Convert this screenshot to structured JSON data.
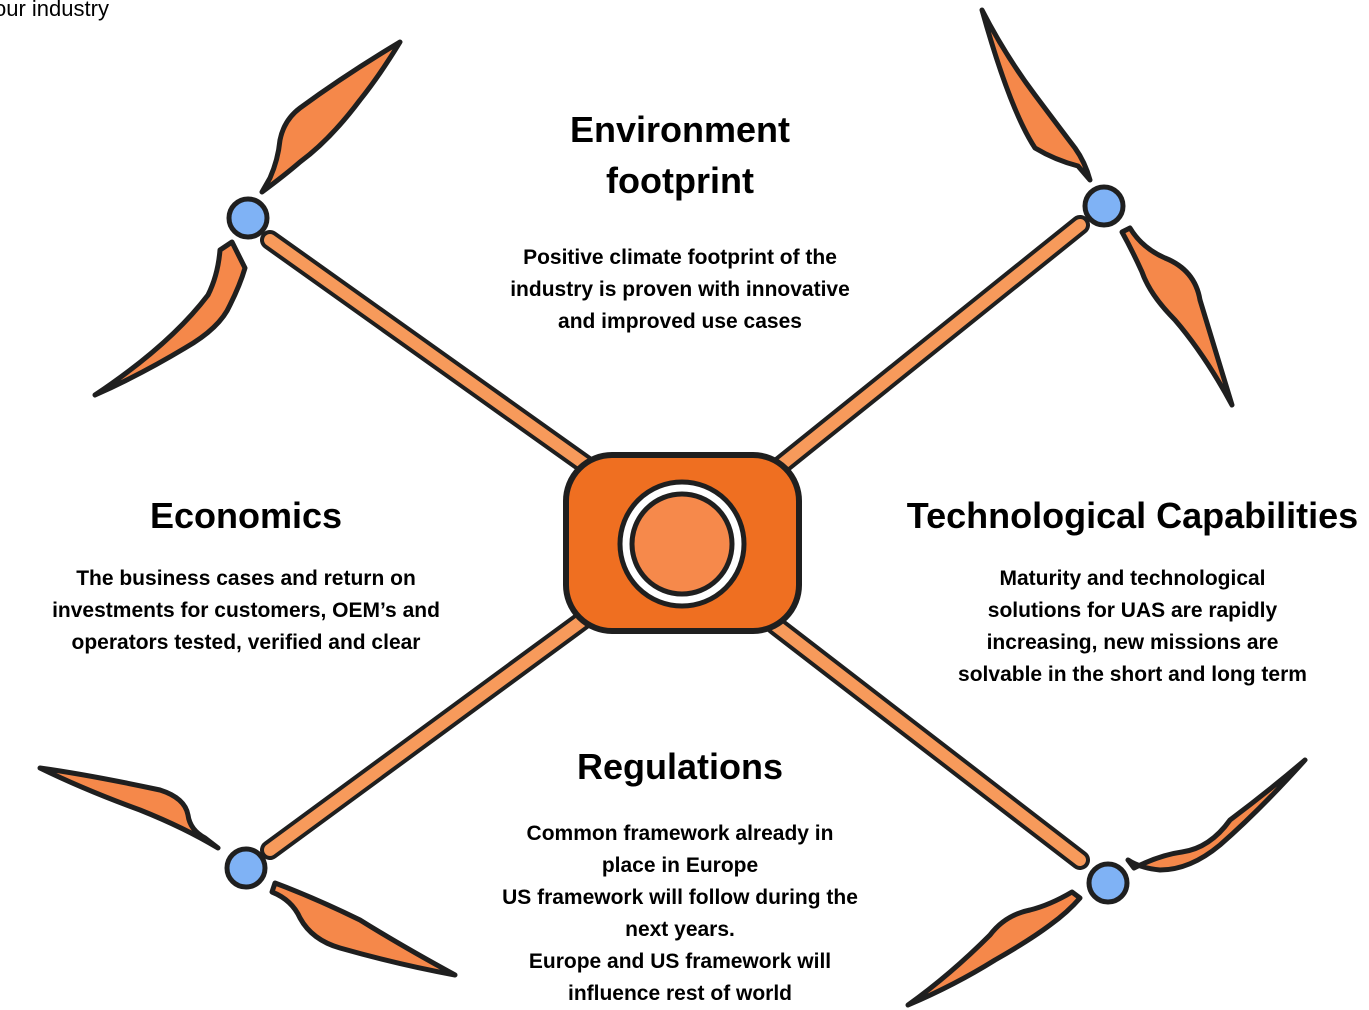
{
  "corner_text": "our industry",
  "colors": {
    "arm": "#f79a5b",
    "blade": "#f5884a",
    "hub": "#7fb2f5",
    "body": "#ef6f21",
    "inner_circle": "#f6894b",
    "outline": "#1f1f1f"
  },
  "environment": {
    "title_line1": "Environment",
    "title_line2": "footprint",
    "lines": [
      "Positive climate footprint of the",
      "industry is proven with innovative",
      "and improved use cases"
    ]
  },
  "economics": {
    "title": "Economics",
    "lines": [
      "The business cases and return on",
      "investments for customers, OEM’s and",
      "operators tested, verified and clear"
    ]
  },
  "technology": {
    "title": "Technological Capabilities",
    "lines": [
      "Maturity and technological",
      "solutions for UAS are rapidly",
      "increasing, new missions are",
      "solvable in the short and long term"
    ]
  },
  "regulations": {
    "title": "Regulations",
    "lines": [
      "Common framework already in",
      "place in Europe",
      "US framework will follow during the",
      "next years.",
      "Europe and US framework will",
      "influence rest of world"
    ]
  }
}
